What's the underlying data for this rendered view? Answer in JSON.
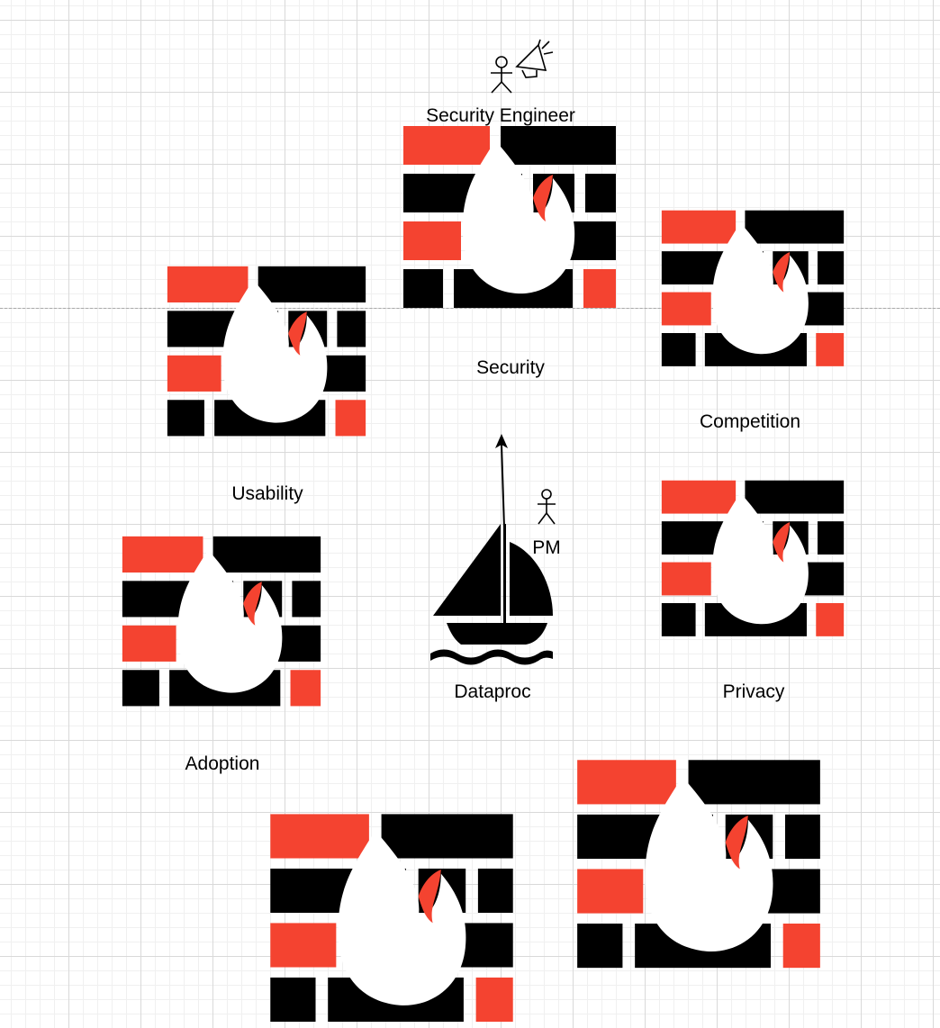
{
  "canvas": {
    "colors": {
      "brick_red": "#f44330",
      "brick_black": "#000000",
      "grid": "#d9d9d9"
    }
  },
  "actors": {
    "security_engineer": {
      "label": "Security Engineer",
      "icon": "stick-figure-with-megaphone"
    },
    "pm": {
      "label": "PM",
      "icon": "stick-figure"
    }
  },
  "boat": {
    "label": "Dataproc",
    "icon": "sailboat-icon"
  },
  "firewalls": {
    "security": {
      "label": "Security",
      "icon": "firewall-icon"
    },
    "competition": {
      "label": "Competition",
      "icon": "firewall-icon"
    },
    "usability": {
      "label": "Usability",
      "icon": "firewall-icon"
    },
    "privacy": {
      "label": "Privacy",
      "icon": "firewall-icon"
    },
    "adoption": {
      "label": "Adoption",
      "icon": "firewall-icon"
    }
  }
}
